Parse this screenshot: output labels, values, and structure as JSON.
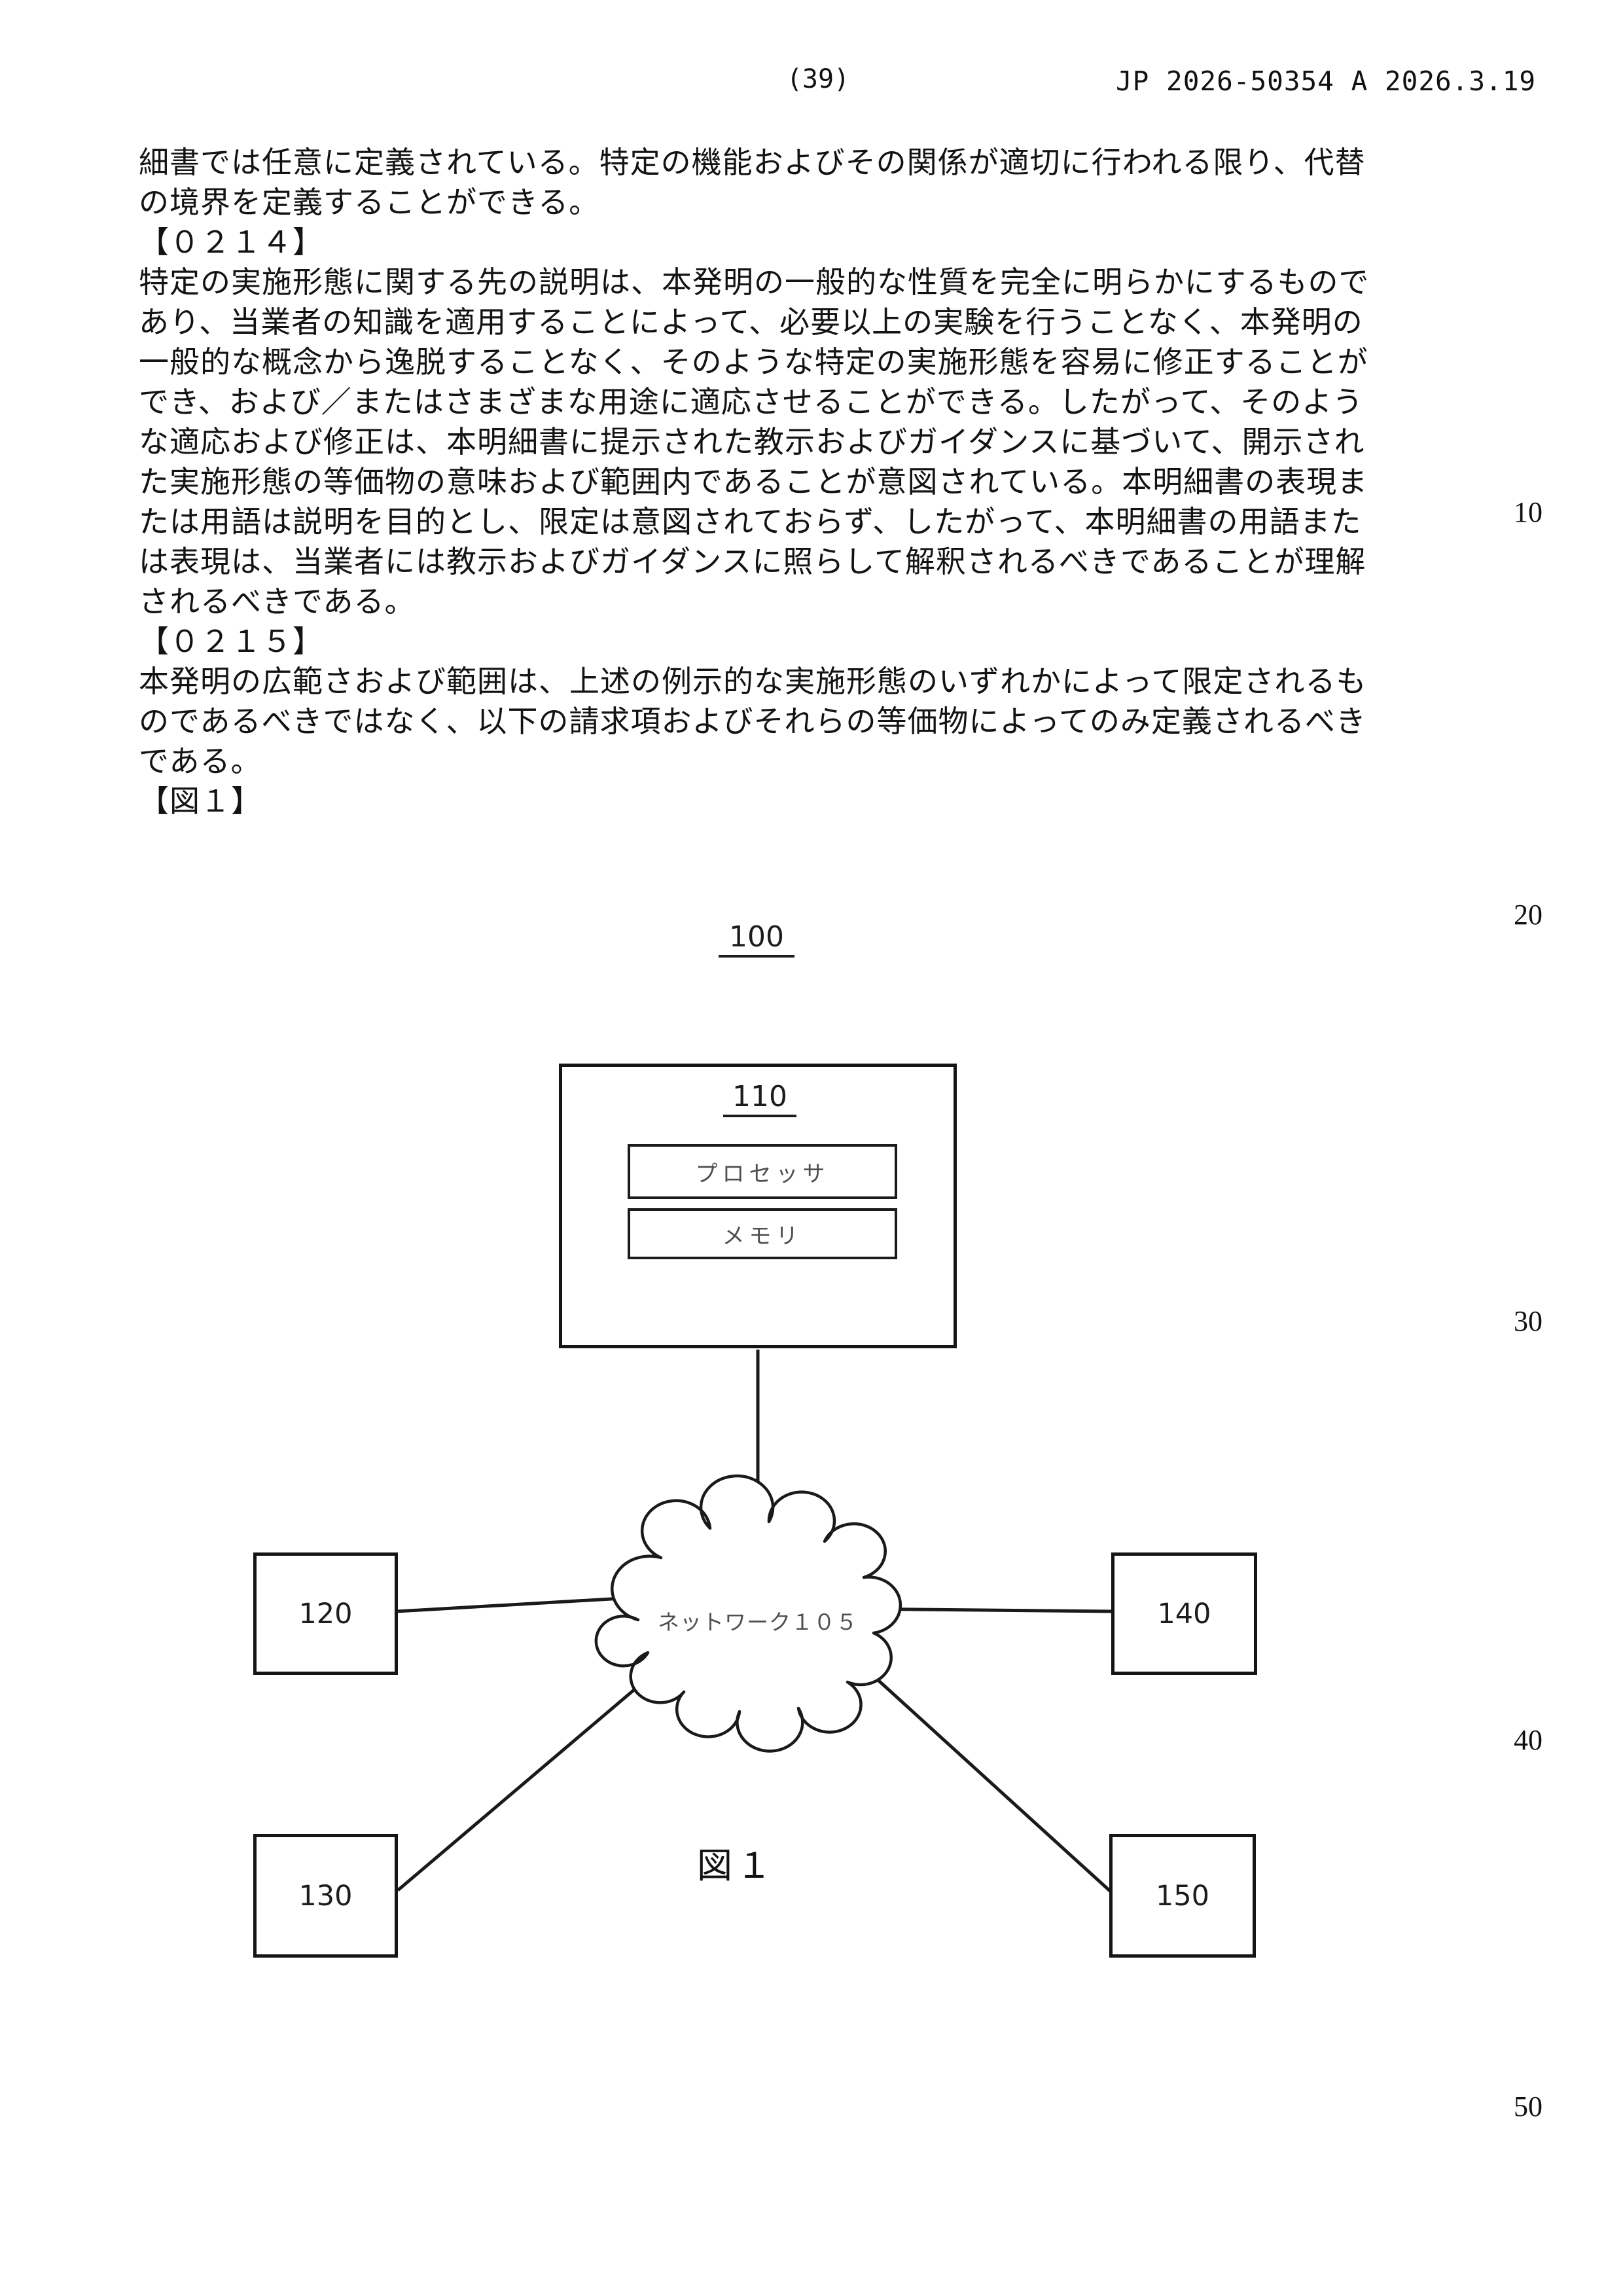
{
  "header": {
    "page_number": "(39)",
    "publication": "JP 2026-50354 A 2026.3.19"
  },
  "margin_line_numbers": [
    "10",
    "20",
    "30",
    "40",
    "50"
  ],
  "body": {
    "lines": [
      "細書では任意に定義されている。特定の機能およびその関係が適切に行われる限り、代替",
      "の境界を定義することができる。",
      "【０２１４】",
      "特定の実施形態に関する先の説明は、本発明の一般的な性質を完全に明らかにするもので",
      "あり、当業者の知識を適用することによって、必要以上の実験を行うことなく、本発明の",
      "一般的な概念から逸脱することなく、そのような特定の実施形態を容易に修正することが",
      "でき、および／またはさまざまな用途に適応させることができる。したがって、そのよう",
      "な適応および修正は、本明細書に提示された教示およびガイダンスに基づいて、開示され",
      "た実施形態の等価物の意味および範囲内であることが意図されている。本明細書の表現ま",
      "たは用語は説明を目的とし、限定は意図されておらず、したがって、本明細書の用語また",
      "は表現は、当業者には教示およびガイダンスに照らして解釈されるべきであることが理解",
      "されるべきである。",
      "【０２１５】",
      "本発明の広範さおよび範囲は、上述の例示的な実施形態のいずれかによって限定されるも",
      "のであるべきではなく、以下の請求項およびそれらの等価物によってのみ定義されるべき",
      "である。",
      "【図１】"
    ]
  },
  "figure": {
    "system_label": "100",
    "device_box": {
      "label": "110",
      "processor_label": "プロセッサ",
      "memory_label": "メモリ"
    },
    "network_cloud": {
      "label": "ネットワーク１０５"
    },
    "client_boxes": [
      {
        "label": "120"
      },
      {
        "label": "130"
      },
      {
        "label": "140"
      },
      {
        "label": "150"
      }
    ],
    "caption": "図１"
  },
  "colors": {
    "ink": "#131313",
    "faded_ink": "#4f4f4f",
    "paper": "#ffffff"
  }
}
